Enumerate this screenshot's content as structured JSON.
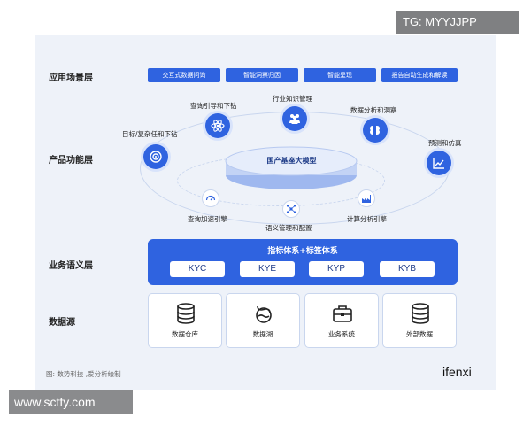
{
  "layers": {
    "application": "应用场景层",
    "product": "产品功能层",
    "semantic": "业务语义层",
    "datasource": "数据源"
  },
  "application_items": [
    "交互式数据问询",
    "智能洞察归因",
    "智能呈现",
    "报告自动生成和解读"
  ],
  "product": {
    "center": "国产基座大模型",
    "outer_nodes": [
      {
        "label": "目标/复杂任和下钻",
        "icon": "target-icon"
      },
      {
        "label": "查询引导和下钻",
        "icon": "atom-icon"
      },
      {
        "label": "行业知识管理",
        "icon": "people-icon"
      },
      {
        "label": "数据分析和洞察",
        "icon": "brain-icon"
      },
      {
        "label": "预测和仿真",
        "icon": "chart-icon"
      }
    ],
    "inner_nodes": [
      {
        "label": "查询加速引擎",
        "icon": "gauge-icon"
      },
      {
        "label": "语义管理和配置",
        "icon": "network-icon"
      },
      {
        "label": "计算分析引擎",
        "icon": "factory-icon"
      }
    ]
  },
  "semantic": {
    "title": "指标体系+标签体系",
    "items": [
      "KYC",
      "KYE",
      "KYP",
      "KYB"
    ]
  },
  "datasources": [
    {
      "label": "数据仓库",
      "icon": "database-icon"
    },
    {
      "label": "数据湖",
      "icon": "lake-icon"
    },
    {
      "label": "业务系统",
      "icon": "briefcase-icon"
    },
    {
      "label": "外部数据",
      "icon": "database-icon"
    }
  ],
  "footer": {
    "note": "图: 数势科技 ,爱分析绘制",
    "logo_text": "ifenxi"
  },
  "watermarks": {
    "top": "TG: MYYJJPP",
    "bottom": "www.sctfy.com"
  },
  "colors": {
    "accent": "#2f63e0",
    "background": "#eef2f9"
  }
}
